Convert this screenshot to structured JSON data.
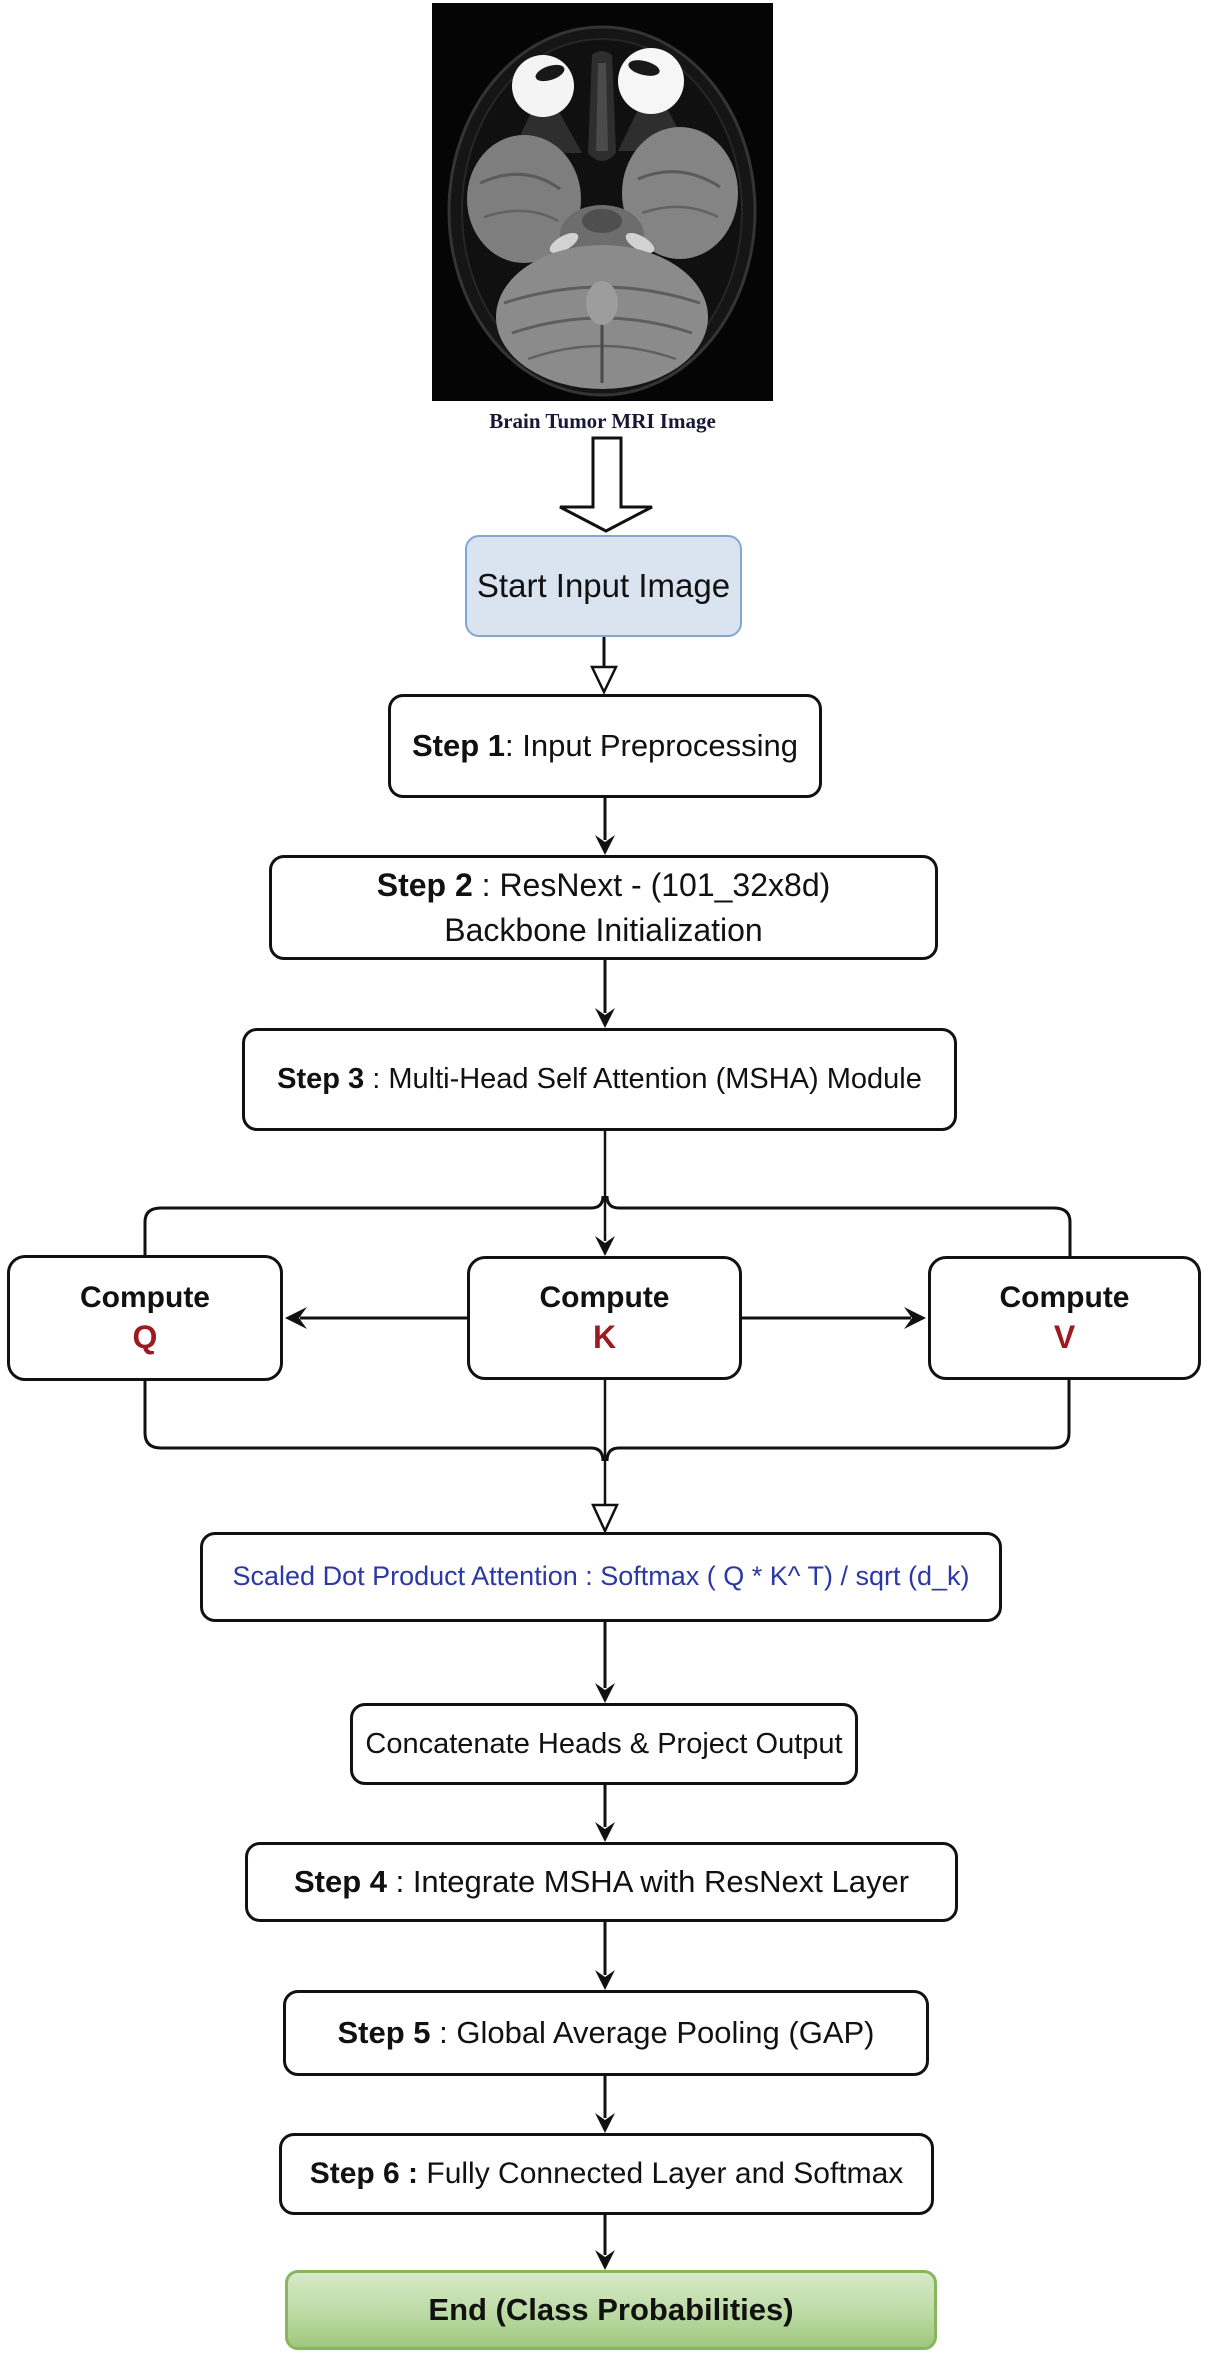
{
  "figure": {
    "mri_caption": "Brain Tumor MRI Image"
  },
  "colors": {
    "start_fill": "#dae4f1",
    "start_border": "#84a7d1",
    "end_fill_top": "#d6eac6",
    "end_fill_bottom": "#9fc87e",
    "end_border": "#86b75f",
    "qkv_letter": "#9b1b21",
    "formula_text": "#2b38a5",
    "box_border": "#111111"
  },
  "nodes": {
    "start": {
      "label": "Start Input Image"
    },
    "step1": {
      "bold": "Step 1",
      "rest": ": Input Preprocessing"
    },
    "step2": {
      "bold": "Step 2",
      "rest": " : ResNext - (101_32x8d)",
      "line2": "Backbone Initialization"
    },
    "step3": {
      "bold": "Step 3",
      "rest": " : Multi-Head Self Attention (MSHA) Module"
    },
    "compute_q": {
      "label": "Compute",
      "symbol": "Q"
    },
    "compute_k": {
      "label": "Compute",
      "symbol": "K"
    },
    "compute_v": {
      "label": "Compute",
      "symbol": "V"
    },
    "formula": {
      "label": "Scaled Dot Product Attention :  Softmax ( Q * K^ T)  / sqrt (d_k)"
    },
    "concat": {
      "label": "Concatenate Heads & Project Output"
    },
    "step4": {
      "bold": "Step 4",
      "rest": " : Integrate MSHA with ResNext Layer"
    },
    "step5": {
      "bold": "Step 5",
      "rest": " : Global Average Pooling (GAP)"
    },
    "step6": {
      "bold": "Step 6 :",
      "rest": " Fully Connected Layer and Softmax"
    },
    "end": {
      "label": "End (Class Probabilities)"
    }
  }
}
